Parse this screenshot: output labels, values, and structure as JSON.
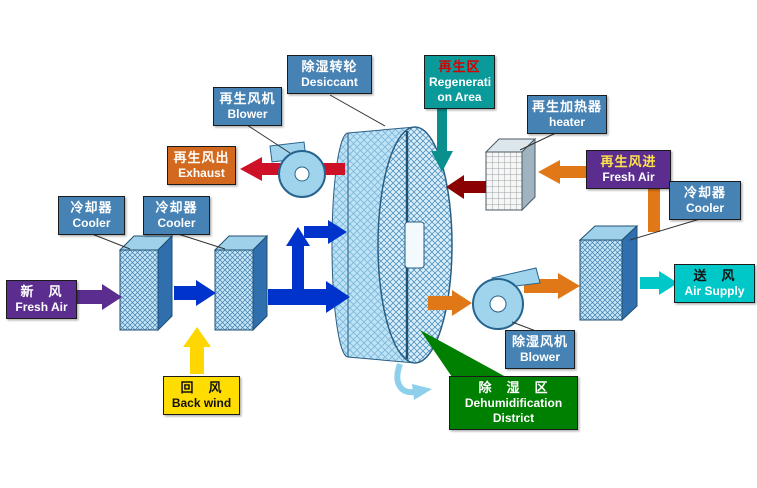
{
  "title": "Desiccant wheel dehumidification system diagram",
  "colors": {
    "label_steel_blue": "#4682B4",
    "label_teal": "#0a9a9a",
    "label_orange": "#D2691E",
    "label_purple": "#5B2D8E",
    "label_cyan": "#00C8C8",
    "label_yellow": "#FFDD00",
    "label_green": "#008000",
    "arrow_blue": "#0033CC",
    "arrow_purple": "#5B2D8E",
    "arrow_yellow": "#FFD700",
    "arrow_red": "#CE1126",
    "arrow_dark_red": "#8B0000",
    "arrow_orange": "#E07818",
    "arrow_cyan": "#00C8C8",
    "arrow_teal": "#0a8f8f",
    "wheel_light_blue": "#bfe2f4"
  },
  "labels": {
    "desiccant": {
      "zh": "除湿转轮",
      "en": "Desiccant"
    },
    "regeneration_area": {
      "zh": "再生区",
      "en_line1": "Regenerati",
      "en_line2": "on Area"
    },
    "regen_blower": {
      "zh": "再生风机",
      "en": "Blower"
    },
    "regen_heater": {
      "zh": "再生加热器",
      "en": "heater"
    },
    "regen_exhaust": {
      "zh": "再生风出",
      "en": "Exhaust"
    },
    "regen_fresh_air": {
      "zh": "再生风进",
      "en": "Fresh Air"
    },
    "cooler_left": {
      "zh": "冷却器",
      "en": "Cooler"
    },
    "cooler_mid": {
      "zh": "冷却器",
      "en": "Cooler"
    },
    "cooler_right": {
      "zh": "冷却器",
      "en": "Cooler"
    },
    "fresh_air": {
      "zh": "新　风",
      "en": "Fresh Air"
    },
    "air_supply": {
      "zh": "送　风",
      "en": "Air Supply"
    },
    "back_wind": {
      "zh": "回　风",
      "en": "Back wind"
    },
    "dehumid_blower": {
      "zh": "除湿风机",
      "en": "Blower"
    },
    "dehumid_district": {
      "zh": "除　湿　区",
      "en_line1": "Dehumidification",
      "en_line2": "District"
    }
  }
}
